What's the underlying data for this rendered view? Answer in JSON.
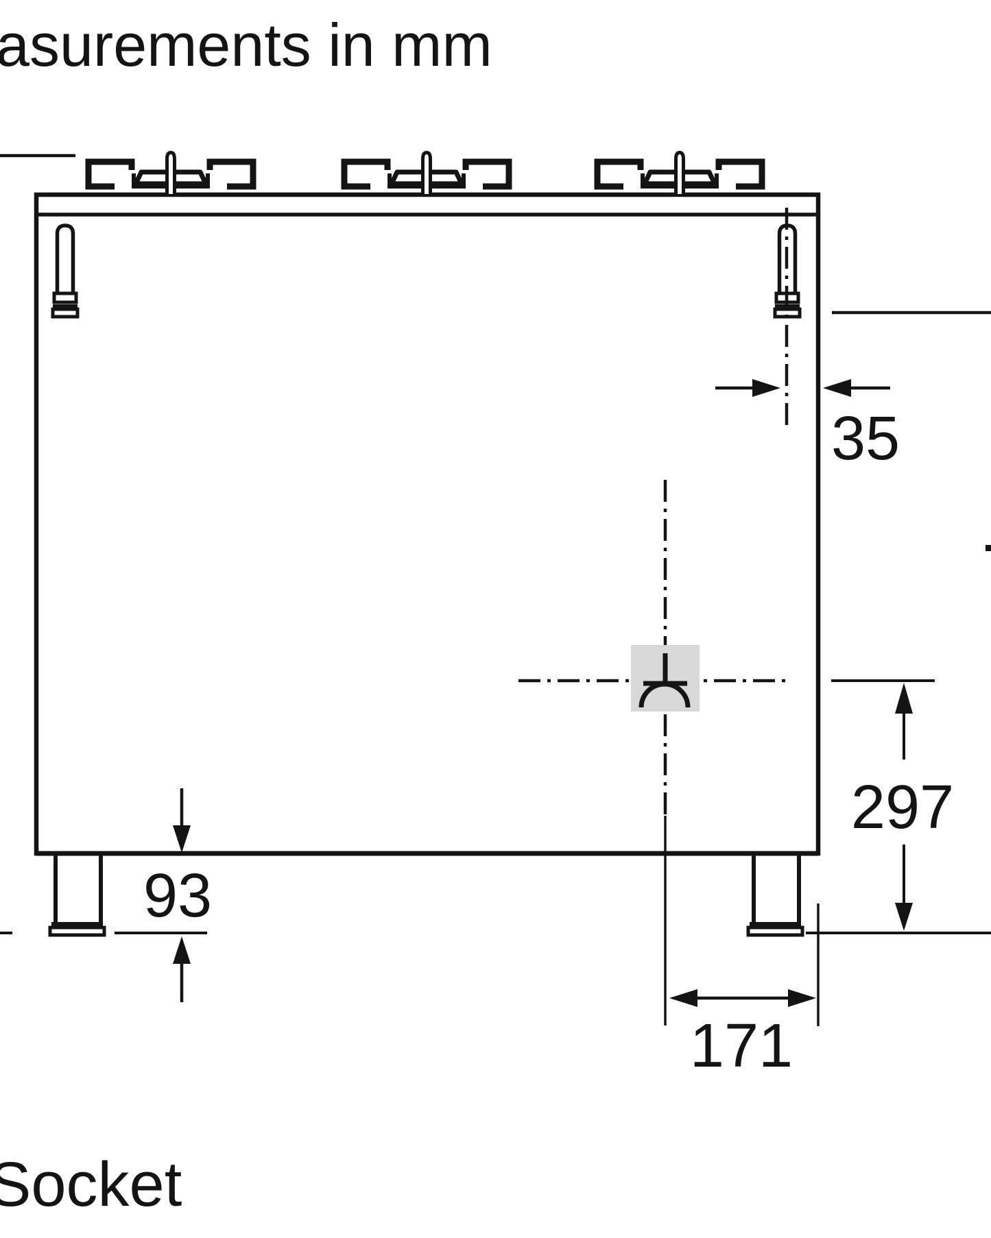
{
  "title": "asurements in mm",
  "footer": {
    "label": "Socket"
  },
  "dimensions": {
    "igniter_center_to_right_edge_mm": "35",
    "socket_center_to_floor_mm": "297",
    "socket_center_to_right_edge_mm": "171",
    "leg_height_mm": "93"
  },
  "icons": {
    "socket_symbol": "schuko-socket-symbol",
    "igniter_pin": "igniter-pin",
    "pan_support": "pan-support-bracket"
  },
  "colors": {
    "line": "#141414",
    "background": "#ffffff",
    "socket_fill": "#d8d8d8"
  }
}
